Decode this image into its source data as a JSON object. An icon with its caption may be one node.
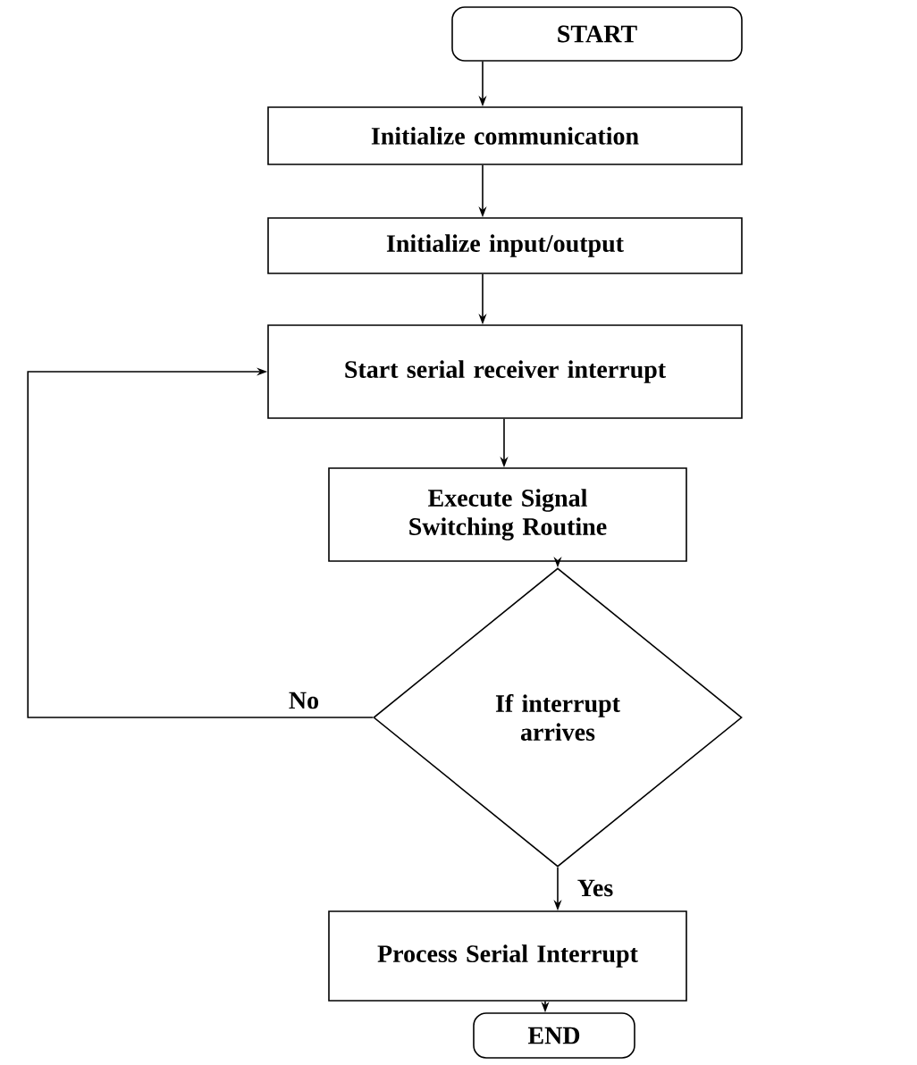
{
  "diagram": {
    "nodes": [
      {
        "text": [
          "START"
        ]
      },
      {
        "text": [
          "Initialize communication"
        ]
      },
      {
        "text": [
          "Initialize input/output"
        ]
      },
      {
        "text": [
          "Start serial receiver interrupt"
        ]
      },
      {
        "text": [
          "Execute Signal Switching Routine"
        ]
      },
      {
        "text": [
          "If interrupt arrives"
        ]
      },
      {
        "text": [
          "Process Serial Interrupt"
        ]
      },
      {
        "text": [
          "END"
        ]
      }
    ],
    "edges": [
      {
        "from": 0,
        "to": 1,
        "arrow": "to"
      },
      {
        "from": 1,
        "to": 2,
        "arrow": "to"
      },
      {
        "from": 2,
        "to": 3,
        "arrow": "to"
      },
      {
        "from": 3,
        "to": 4,
        "arrow": "to"
      },
      {
        "from": 4,
        "to": 5,
        "arrow": "to"
      },
      {
        "from": 5,
        "to": 3,
        "arrow": "to",
        "label": "No"
      },
      {
        "from": 5,
        "to": 6,
        "arrow": "to",
        "label": "Yes"
      },
      {
        "from": 6,
        "to": 7,
        "arrow": "to"
      }
    ]
  }
}
